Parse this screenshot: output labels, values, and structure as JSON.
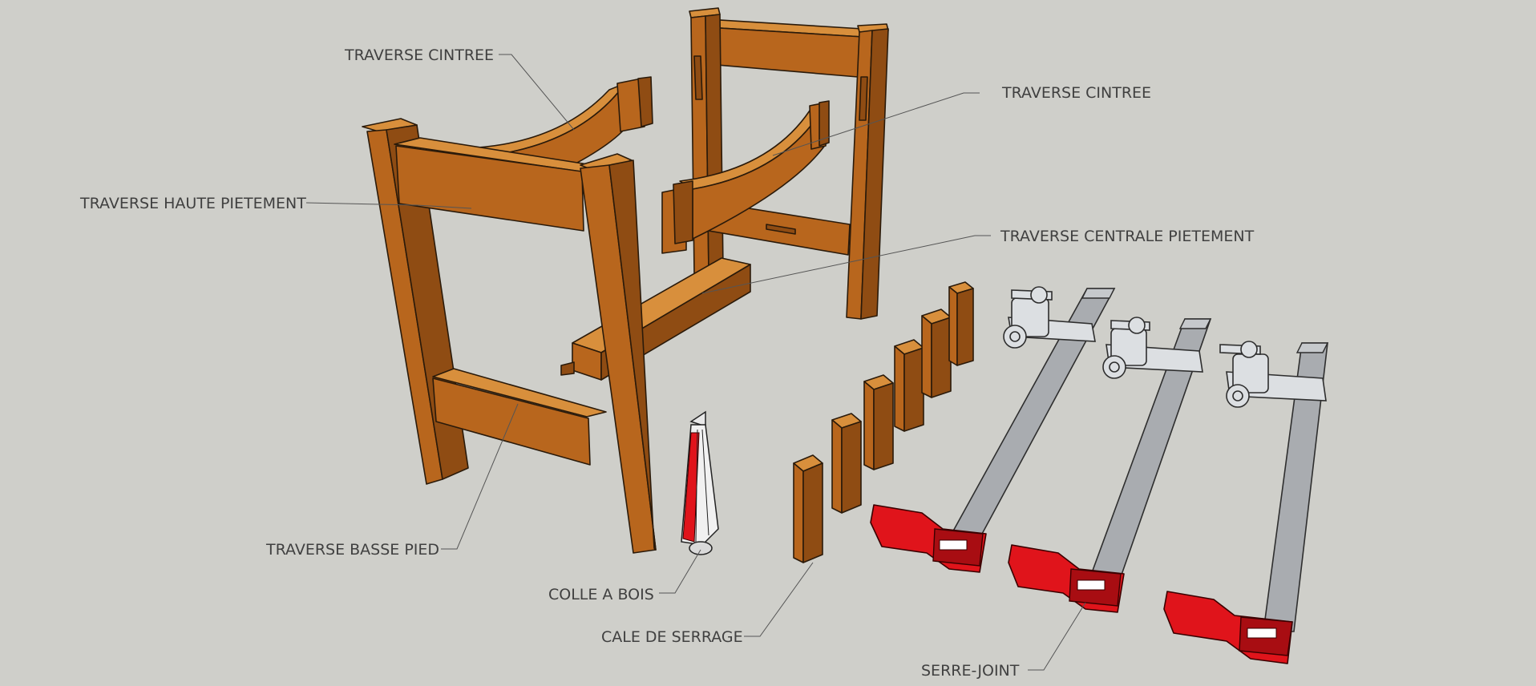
{
  "diagram": {
    "background_color": "#cfcfca",
    "wood_color": "#c57a2e",
    "clamp_color": "#e0141b",
    "labels": {
      "traverse_cintree_left": "TRAVERSE CINTREE",
      "traverse_cintree_right": "TRAVERSE CINTREE",
      "traverse_haute": "TRAVERSE HAUTE PIETEMENT",
      "traverse_centrale": "TRAVERSE CENTRALE PIETEMENT",
      "traverse_basse": "TRAVERSE BASSE PIED",
      "colle": "COLLE A BOIS",
      "cale": "CALE DE SERRAGE",
      "serre_joint": "SERRE-JOINT"
    }
  }
}
